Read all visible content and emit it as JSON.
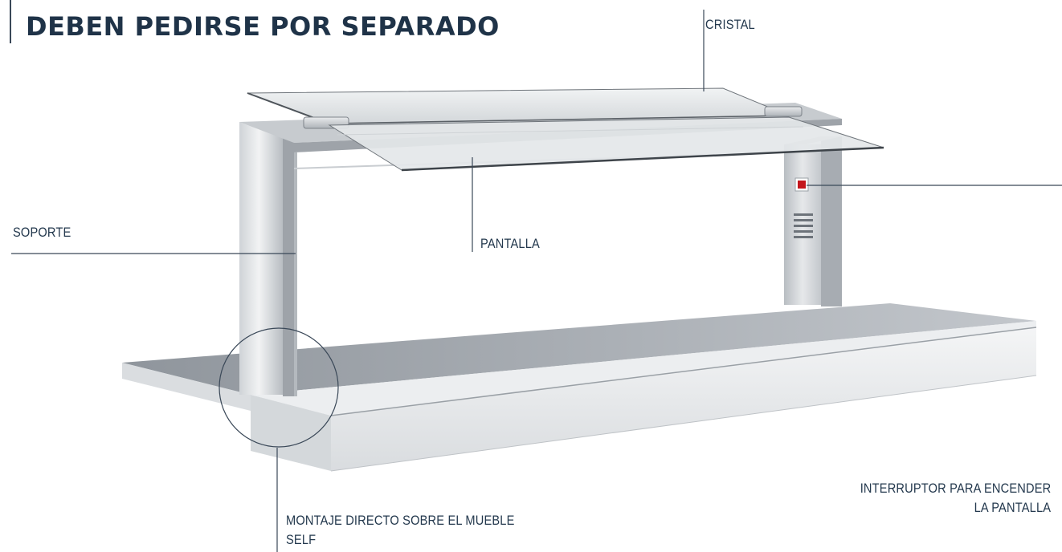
{
  "header": {
    "title": "DEBEN PEDIRSE POR SEPARADO"
  },
  "callouts": {
    "cristal": "CRISTAL",
    "pantalla": "PANTALLA",
    "soporte": "SOPORTE",
    "montaje_line1": "MONTAJE DIRECTO SOBRE EL MUEBLE",
    "montaje_line2": "SELF",
    "interruptor_line1": "INTERRUPTOR PARA ENCENDER",
    "interruptor_line2": "LA PANTALLA"
  },
  "colors": {
    "title": "#1f3348",
    "label": "#23384d",
    "leader_line": "#3a4858",
    "steel": "#b9bec4",
    "switch": "#c4161c"
  }
}
